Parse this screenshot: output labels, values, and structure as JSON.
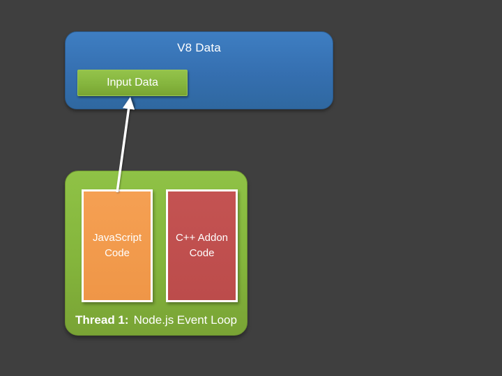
{
  "diagram": {
    "v8_box": {
      "title": "V8 Data",
      "input_box": {
        "label": "Input Data"
      }
    },
    "event_loop_box": {
      "js_box": {
        "label": "JavaScript Code"
      },
      "cpp_box": {
        "label": "C++ Addon Code"
      },
      "caption_bold": "Thread 1:",
      "caption_text": "Node.js Event Loop"
    },
    "arrow": {
      "description": "white arrow from JavaScript Code box up to Input Data box",
      "from": "js-code-box-top",
      "to": "input-data-box-bottom"
    },
    "colors": {
      "background": "#3F3F3F",
      "v8_blue_top": "#3E7EC2",
      "v8_blue_bottom": "#2F68A0",
      "loop_green_top": "#8FC246",
      "loop_green_bottom": "#79A335",
      "input_green_top": "#94C34B",
      "input_green_bottom": "#79A532",
      "js_orange": "#F0994B",
      "cpp_red": "#C05050",
      "box_border_white": "#FFFFFF",
      "arrow_white": "#FFFFFF",
      "text_white": "#FFFFFF"
    }
  }
}
